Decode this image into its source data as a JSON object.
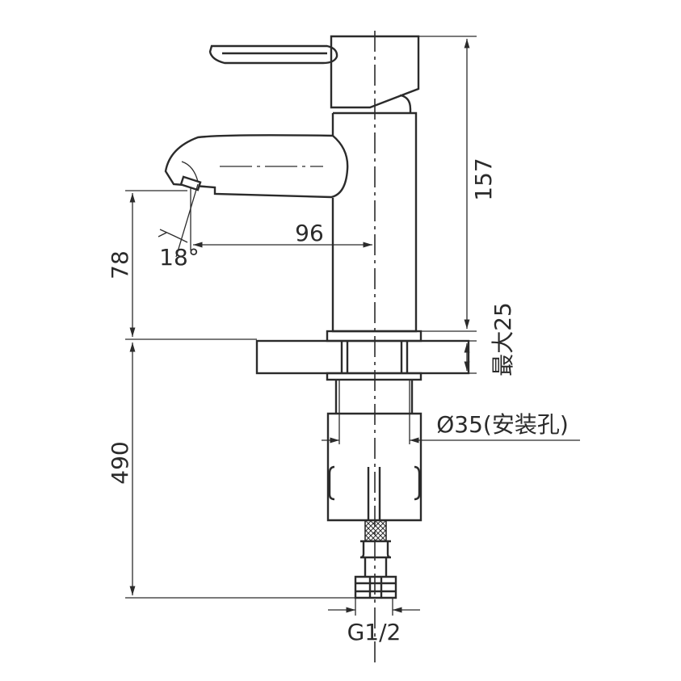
{
  "drawing": {
    "dimensions": {
      "total_height": "157",
      "spout_height": "78",
      "spout_reach": "96",
      "spout_angle": "18°",
      "max_thickness": "最大25",
      "install_hole": "Ø35(安装孔)",
      "hose_length": "490",
      "thread": "G1/2"
    }
  }
}
